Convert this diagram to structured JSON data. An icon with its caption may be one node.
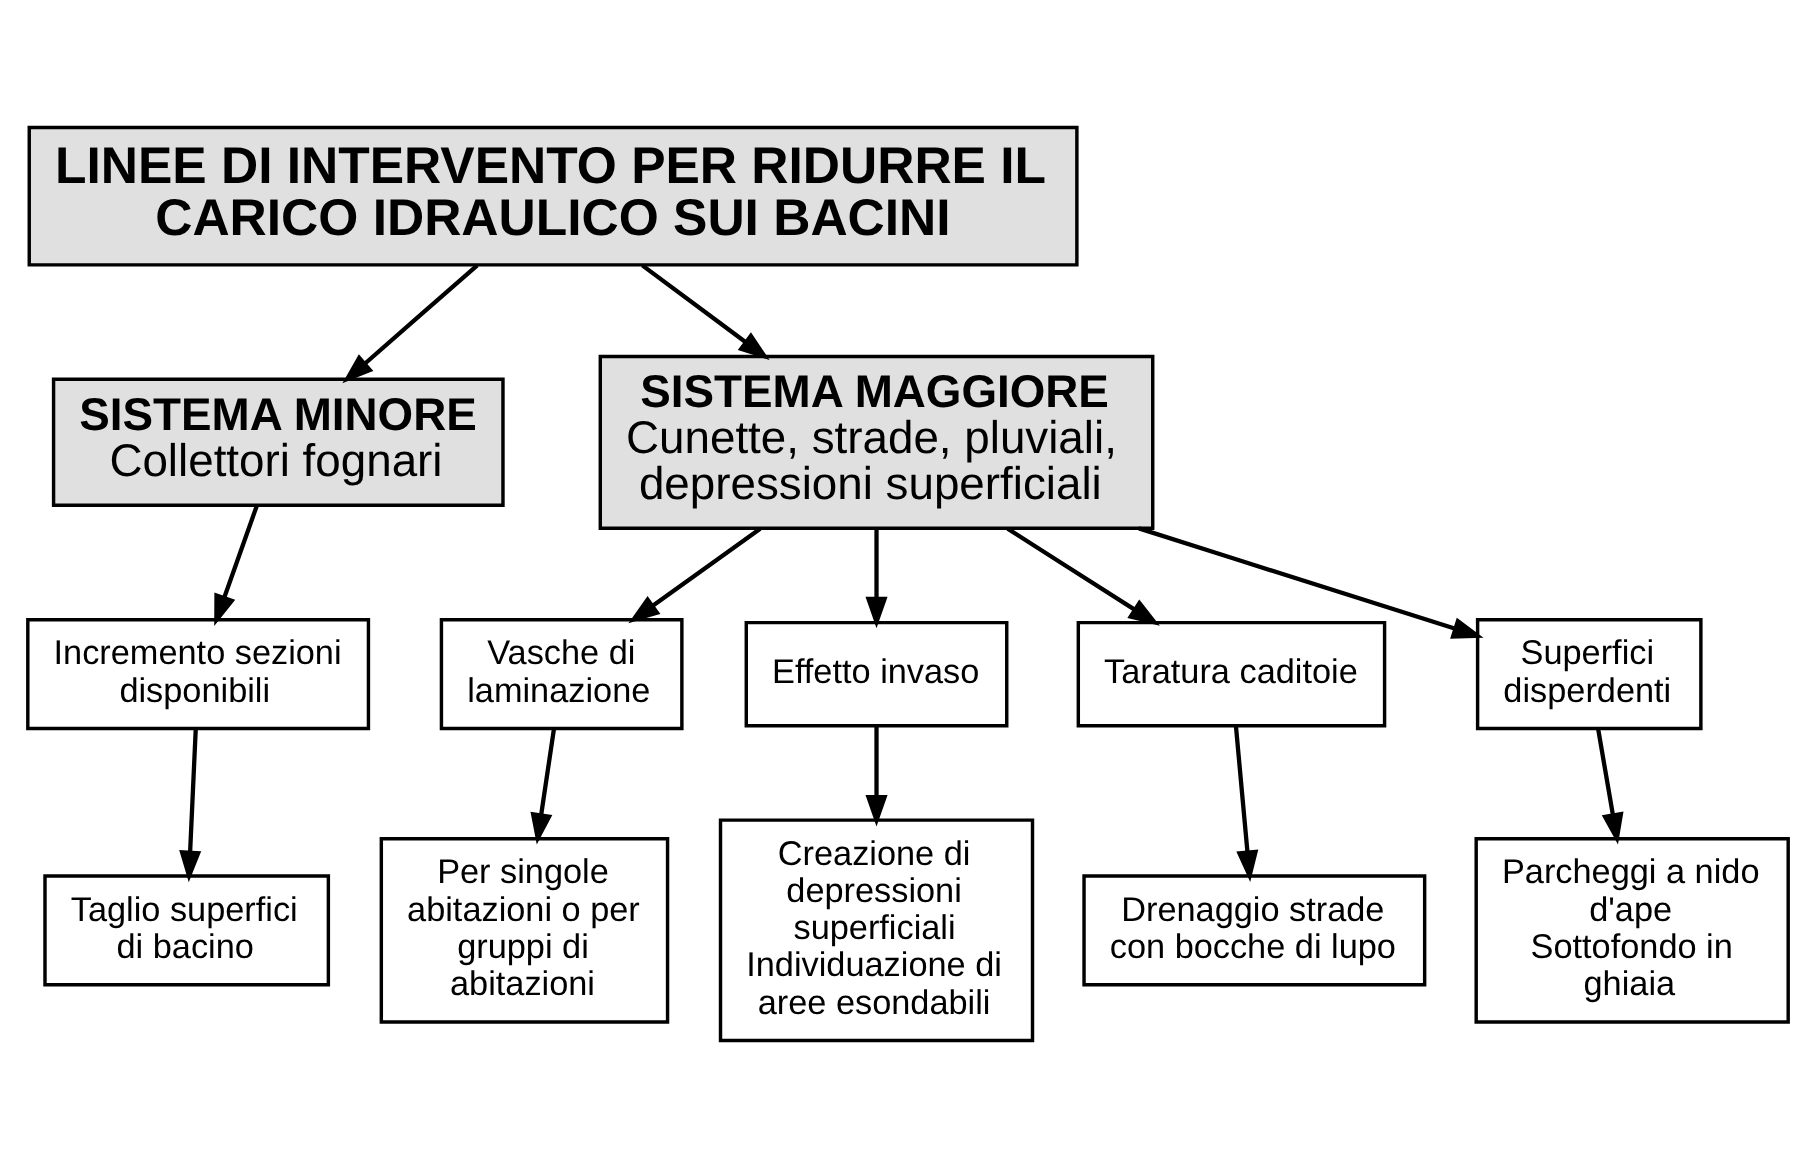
{
  "diagram": {
    "nodes": [
      {
        "text": [
          "LINEE DI INTERVENTO PER RIDURRE IL CARICO IDRAULICO SUI BACINI"
        ]
      },
      {
        "text": [
          "SISTEMA MINORE",
          "Collettori fognari"
        ]
      },
      {
        "text": [
          "SISTEMA MAGGIORE",
          "Cunette, strade, pluviali, depressioni superficiali"
        ]
      },
      {
        "text": [
          "Incremento sezioni disponibili"
        ]
      },
      {
        "text": [
          "Taglio superfici di bacino"
        ]
      },
      {
        "text": [
          "Vasche di laminazione"
        ]
      },
      {
        "text": [
          "Effetto invaso"
        ]
      },
      {
        "text": [
          "Taratura caditoie"
        ]
      },
      {
        "text": [
          "Superfici disperdenti"
        ]
      },
      {
        "text": [
          "Per singole abitazioni o per gruppi di abitazioni"
        ]
      },
      {
        "text": [
          "Creazione di depressioni superficiali",
          "Individuazione di aree esondabili"
        ]
      },
      {
        "text": [
          "Drenaggio strade con bocche di lupo"
        ]
      },
      {
        "text": [
          "Parcheggi a nido d'ape",
          "Sottofondo in ghiaia"
        ]
      }
    ],
    "edges": [
      {
        "from": 0,
        "to": 1,
        "arrow": "to"
      },
      {
        "from": 0,
        "to": 2,
        "arrow": "to"
      },
      {
        "from": 1,
        "to": 3,
        "arrow": "to"
      },
      {
        "from": 3,
        "to": 4,
        "arrow": "to"
      },
      {
        "from": 2,
        "to": 5,
        "arrow": "to"
      },
      {
        "from": 2,
        "to": 6,
        "arrow": "to"
      },
      {
        "from": 2,
        "to": 7,
        "arrow": "to"
      },
      {
        "from": 2,
        "to": 8,
        "arrow": "to"
      },
      {
        "from": 5,
        "to": 9,
        "arrow": "to"
      },
      {
        "from": 6,
        "to": 10,
        "arrow": "to"
      },
      {
        "from": 7,
        "to": 11,
        "arrow": "to"
      },
      {
        "from": 8,
        "to": 12,
        "arrow": "to"
      }
    ]
  }
}
